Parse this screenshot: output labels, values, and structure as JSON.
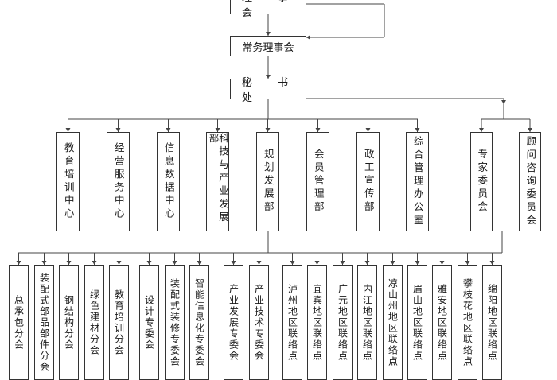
{
  "top": {
    "council": "理 事 会",
    "standing": "常务理事会",
    "secretariat": "秘 书 处"
  },
  "centers": [
    "教育培训中心",
    "经营服务中心",
    "信息数据中心",
    "科技与产业发展部",
    "规划发展部",
    "会员管理部",
    "政工宣传部",
    "综合管理办公室"
  ],
  "committees": [
    "专家委员会",
    "顾问咨询委员会"
  ],
  "branches": [
    "总承包分会",
    "装配式部品部件分会",
    "钢结构分会",
    "绿色建材分会",
    "教育培训分会",
    "设计专委会",
    "装配式装修专委会",
    "智能信息化专委会",
    "产业发展专委会",
    "产业技术专委会",
    "泸州地区联络点",
    "宜宾地区联络点",
    "广元地区联络点",
    "内江地区联络点",
    "凉山州地区联络点",
    "眉山地区联络点",
    "雅安地区联络点",
    "攀枝花地区联络点",
    "绵阳地区联络点"
  ]
}
